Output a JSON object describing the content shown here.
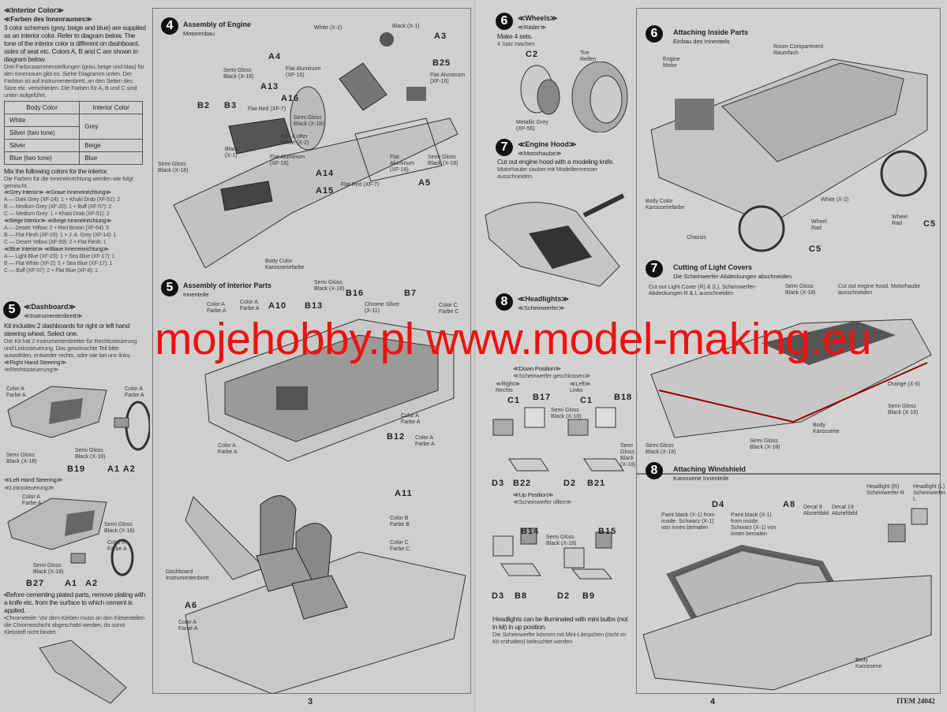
{
  "interior": {
    "title": "≪Interior Color≫",
    "title_de": "≪Farben des Innenraumes≫",
    "text": "3 color schemes (grey, beige and blue) are supplied as an interior color. Refer to diagram below. The tone of the interior color is different on dashboard, sides of seat etc. Colors A, B and C are shown in diagram below.",
    "text_de": "Drei Farbzusammenstellungen (grau, beige und blau) für den Innenraum gibt es. Siehe Diagramm unten. Der Farbton ist auf Instrumentenbrett, an den Seiten des Sitze etc. verschieden. Die Farben für A, B und C sind unten aufgeführt.",
    "table": {
      "headers": [
        "Body Color",
        "Interior Color"
      ],
      "rows": [
        [
          "White",
          "Grey"
        ],
        [
          "Silver (two tone)",
          ""
        ],
        [
          "Silver",
          "Beige"
        ],
        [
          "Blue (two tone)",
          "Blue"
        ]
      ]
    },
    "mix": "Mix the following colors for the interior.",
    "mix_de": "Die Farben für die Inneneinrichtung werden wie folgt gemischt.",
    "grey_h": "≪Grey Interior≫ ≪Graue Inneneinrichtung≫",
    "grey": [
      "A — Dark Grey (XF-24): 1 + Khaki Drab (XF-51): 2",
      "B — Medium Grey (XF-20): 1 + Buff (XF-57): 2",
      "C — Medium Grey: 1 + Khaki Drab (XF-51): 2"
    ],
    "beige_h": "≪Beige Interior≫ ≪Beige Inneneinrichtung≫",
    "beige": [
      "A — Desert Yellow: 2 + Red Brown (XF-64): 5",
      "B — Flat Flesh (XF-15): 1 + J. A. Grey (XF-14): 1",
      "C — Desert Yellow (XF-59): 2 + Flat Flesh: 1"
    ],
    "blue_h": "≪Blue Interior≫ ≪Blaue Inneneinrichtung≫",
    "blue": [
      "A — Light Blue (XF-23): 1 + Sea Blue (XF-17): 1",
      "B — Flat White (XF-2): 5 + Sea Blue (XF-17): 1",
      "C — Buff (XF-57): 2 + Flat Blue (XF-8): 1"
    ]
  },
  "dash": {
    "num": "5",
    "title": "≪Dashboard≫",
    "title_de": "≪Instrumentenbrett≫",
    "text": "Kit includes 2 dashboards for right or left hand steering wheel. Select one.",
    "text_de": "Der Kit hat 2 Instrumentenbretter für Rechtssteuerung und Linkssteuerung. Das gewünschte Teil bitte auswählen, entweder rechts, oder wie bei uns links.",
    "right": "≪Right Hand Steering≫",
    "right_de": "≪Rechtssteuerung≫",
    "left": "≪Left Hand Steering≫",
    "left_de": "≪Linkssteuerung≫",
    "labels": [
      "Color A Farbe A",
      "Color A Farbe A",
      "Semi Gloss Black (X-18)",
      "Semi Gloss Black (X-18)",
      "B19",
      "A1 A2",
      "Color A Farbe A",
      "Semi Gloss Black (X-18)",
      "Color A Farbe A",
      "Semi Gloss Black (X-18)",
      "B27",
      "A1",
      "A2"
    ],
    "note": "▪Before cementing plated parts, remove plating with a knife etc. from the surface to which cement is applied.",
    "note_de": "▪Chrometeile: Vor dem Kleben muss an den Klebestellen die Chromeschicht abgeschabt werden, da sonst Klebstoff nicht bindet."
  },
  "engine": {
    "num": "4",
    "title": "Assembly of Engine",
    "title_de": "Motorenbau",
    "labels": [
      "White (X-2)",
      "Black (X-1)",
      "A3",
      "A4",
      "Semi Gloss Black (X-18)",
      "B25",
      "Flat Aluminum (XF-16)",
      "Flat Aluminum (XF-16)",
      "A13",
      "A16",
      "Flat Red (XF-7)",
      "B2",
      "B3",
      "Semi Gloss Black (X-18)",
      "Fan /Lüfter White (X-2)",
      "Black (X-1)",
      "Flat Aluminum (XF-16)",
      "Semi Gloss Black (X-18)",
      "A14",
      "A15",
      "Flat Red (XF-7)",
      "Flat Aluminum (XF-16)",
      "Semi Gloss Black (X-18)",
      "A5",
      "Body Color Karosseriefarbe"
    ]
  },
  "interior_parts": {
    "num": "5",
    "title": "Assembly of Interior Parts",
    "title_de": "Innenteile",
    "labels": [
      "Semi Gloss Black (X-18)",
      "Color A Farbe A",
      "A10",
      "B13",
      "B16",
      "B7",
      "Chrome Silver (X-11)",
      "Color A Farbe A",
      "Color C Farbe C",
      "Color A Farbe A",
      "Color A Farbe A",
      "B12",
      "Color A Farbe A",
      "A11",
      "Color B Farbe B",
      "Color C Farbe C",
      "Dashboard Instrumentenbrett",
      "A6",
      "Color A Farbe A"
    ]
  },
  "wheels": {
    "num": "6",
    "title": "≪Wheels≫",
    "title_de": "≪Räder≫",
    "text": "Make 4 sets.",
    "text_de": "4 Satz machen",
    "labels": [
      "C2",
      "Tire Reifen",
      "Metallic Grey (XF-56)"
    ]
  },
  "hood": {
    "num": "7",
    "title": "≪Engine Hood≫",
    "title_de": "≪Motorhaube≫",
    "text": "Cut out engine hood with a modeling knife.",
    "text_de": "Motorhaube sauber mit Modelliermesser ausschneiden."
  },
  "headlights": {
    "num": "8",
    "title": "≪Headlights≫",
    "title_de": "≪Scheinwerfer≫",
    "down": "≪Down Position≫",
    "down_de": "≪Scheinwerfer geschlossen≫",
    "up": "≪Up Position≫",
    "up_de": "≪Scheinwerfer offen≫",
    "right": "≪Right≫ Rechts",
    "left": "≪Left≫ Links",
    "labels": [
      "C1",
      "B17",
      "C1",
      "B18",
      "Semi Gloss Black (X-18)",
      "Semi Gloss Black (X-18)",
      "D3",
      "B22",
      "D2",
      "B21",
      "B14",
      "B15",
      "Semi Gloss Black (X-18)",
      "D3",
      "B8",
      "D2",
      "B9"
    ],
    "note": "Headlights can be illuminated with mini bulbs (not in kit) in up position.",
    "note_de": "Die Scheinwerfer können mit Mini-Lämpchen (nicht im Kit enthalten) beleuchtet werden"
  },
  "inside": {
    "num": "6",
    "title": "Attaching Inside Parts",
    "title_de": "Einbau des Innenteils",
    "labels": [
      "Engine Motor",
      "Room Compartment Raumfach",
      "Body Color Karosseriefarbe",
      "White (X-2)",
      "Chassis",
      "Wheel Rad",
      "Wheel Rad",
      "C5",
      "C5"
    ]
  },
  "covers": {
    "num": "7",
    "title": "Cutting of Light Covers",
    "title_de": "Die Scheinwerfer-Abdeckungen abschneiden",
    "labels": [
      "Semi Gloss Black (X-18)",
      "Cut out engine hood. Motorhaube ausschneiden",
      "Cut out Light Cover (R) & (L). Scheinwerfer-Abdeckungen R & L ausschneiden",
      "Orange (X-6)",
      "Semi Gloss Black (X-18)",
      "Body Karosserie",
      "Semi Gloss Black (X-18)",
      "Semi Gloss Black (X-18)"
    ]
  },
  "windshield": {
    "num": "8",
    "title": "Attaching Windshield",
    "title_de": "Karosserie Innenteile",
    "labels": [
      "D4",
      "A8",
      "Paint black (X-1) from inside. Schwarz (X-1) von innen bemalen",
      "Paint black (X-1) from inside. Schwarz (X-1) von innen bemalen",
      "Decal 8 Abziehbild",
      "Decal 19 Abziehbild",
      "Headlight (R) Scheinwerfer R",
      "Headlight (L) Scheinwerfer L",
      "Body Karosserie"
    ]
  },
  "footer": {
    "page3": "3",
    "page4": "4",
    "item": "ITEM 24042"
  },
  "watermark": "mojehobby.pl www.model-making.eu"
}
